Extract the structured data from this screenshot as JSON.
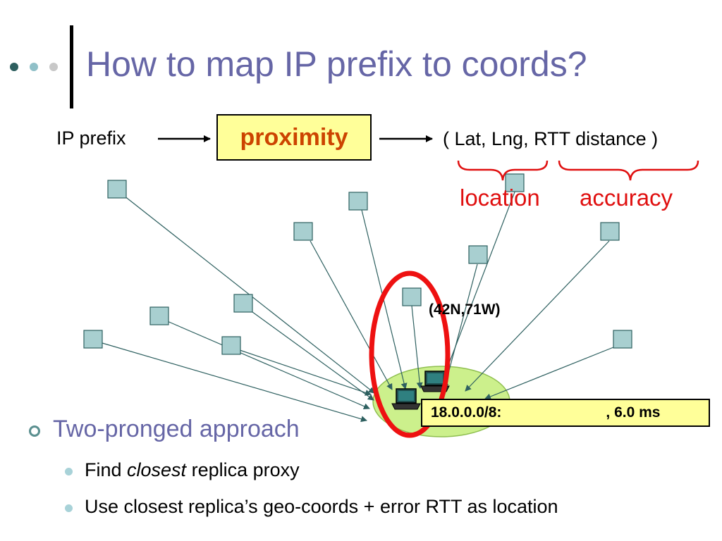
{
  "title": "How to map IP prefix to coords?",
  "flow": {
    "input_label": "IP prefix",
    "box_label": "proximity",
    "output_label": "( Lat, Lng, RTT distance )",
    "brace_left_label": "location",
    "brace_right_label": "accuracy"
  },
  "diagram": {
    "coord_label": "(42N,71W)",
    "prefix_part": "18.0.0.0/8:",
    "rtt_part": ", 6.0 ms"
  },
  "bullets": {
    "main": "Two-pronged approach",
    "sub1_before": "Find ",
    "sub1_emph": "closest",
    "sub1_after": " replica proxy",
    "sub2": "Use closest replica’s geo-coords + error RTT as location"
  },
  "colors": {
    "title": "#6666a6",
    "proximity_text": "#cc4400",
    "box_fill": "#ffff99",
    "brace": "#e01010",
    "replica_fill": "#a8cfd0",
    "region_fill": "#ccf08c",
    "ring": "#ee1111"
  },
  "icons": [
    "laptop-icon"
  ]
}
